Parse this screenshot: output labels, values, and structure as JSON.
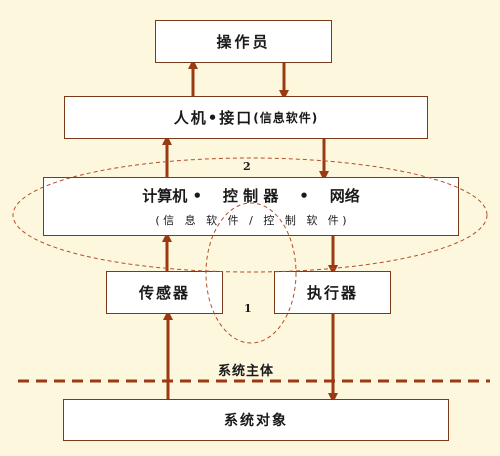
{
  "operator_label": "操作员",
  "hmi_label": "人机•接口",
  "hmi_sub_label": "(信息软件)",
  "ccn_line1": "计算机 •    控 制 器    •    网络",
  "ccn_line2": "( 信   息   软   件   /   控   制   软   件 )",
  "sensor_label": "传感器",
  "actuator_label": "执行器",
  "object_label": "系统对象",
  "main_body_label": "系统主体",
  "ellipse_label_2": "2",
  "ellipse_label_1": "1",
  "colors": {
    "background": "#FDF7DE",
    "arrow": "#9B3A12",
    "ellipse": "#B34F2A",
    "box_border": "#7A3A1A"
  }
}
